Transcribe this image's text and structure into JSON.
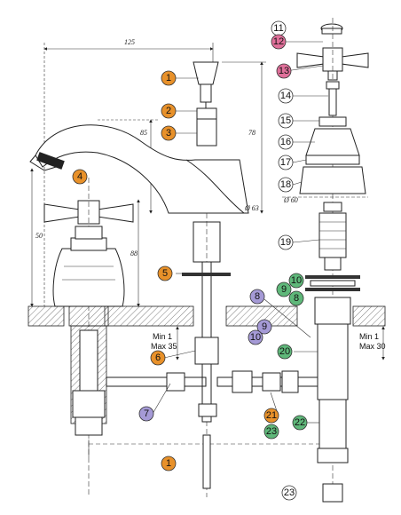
{
  "dimensions": {
    "width_top": "125",
    "height_spout": "85",
    "height_right": "78",
    "diameter_base": "Ø 63",
    "height_left": "50",
    "height_mid": "88",
    "diameter_right": "Ø 60",
    "min_left": "Min 1",
    "max_left": "Max 35",
    "min_right": "Min 1",
    "max_right": "Max 30"
  },
  "callouts": [
    {
      "n": "1",
      "color": "#e8912a"
    },
    {
      "n": "2",
      "color": "#e8912a"
    },
    {
      "n": "3",
      "color": "#e8912a"
    },
    {
      "n": "4",
      "color": "#e8912a"
    },
    {
      "n": "5",
      "color": "#e8912a"
    },
    {
      "n": "6",
      "color": "#e8912a"
    },
    {
      "n": "7",
      "color": "#a59ad6"
    },
    {
      "n": "8",
      "color": "#a59ad6"
    },
    {
      "n": "9",
      "color": "#a59ad6"
    },
    {
      "n": "10",
      "color": "#a59ad6"
    },
    {
      "n": "10",
      "color": "#5fb87a"
    },
    {
      "n": "9",
      "color": "#5fb87a"
    },
    {
      "n": "8",
      "color": "#5fb87a"
    },
    {
      "n": "11",
      "color": "#ffffff"
    },
    {
      "n": "12",
      "color": "#e0709a"
    },
    {
      "n": "13",
      "color": "#e0709a"
    },
    {
      "n": "14",
      "color": "#ffffff"
    },
    {
      "n": "15",
      "color": "#ffffff"
    },
    {
      "n": "16",
      "color": "#ffffff"
    },
    {
      "n": "17",
      "color": "#ffffff"
    },
    {
      "n": "18",
      "color": "#ffffff"
    },
    {
      "n": "19",
      "color": "#ffffff"
    },
    {
      "n": "20",
      "color": "#5fb87a"
    },
    {
      "n": "21",
      "color": "#e8912a"
    },
    {
      "n": "22",
      "color": "#5fb87a"
    },
    {
      "n": "23",
      "color": "#5fb87a"
    },
    {
      "n": "1",
      "color": "#e8912a"
    },
    {
      "n": "23",
      "color": "#ffffff"
    }
  ]
}
